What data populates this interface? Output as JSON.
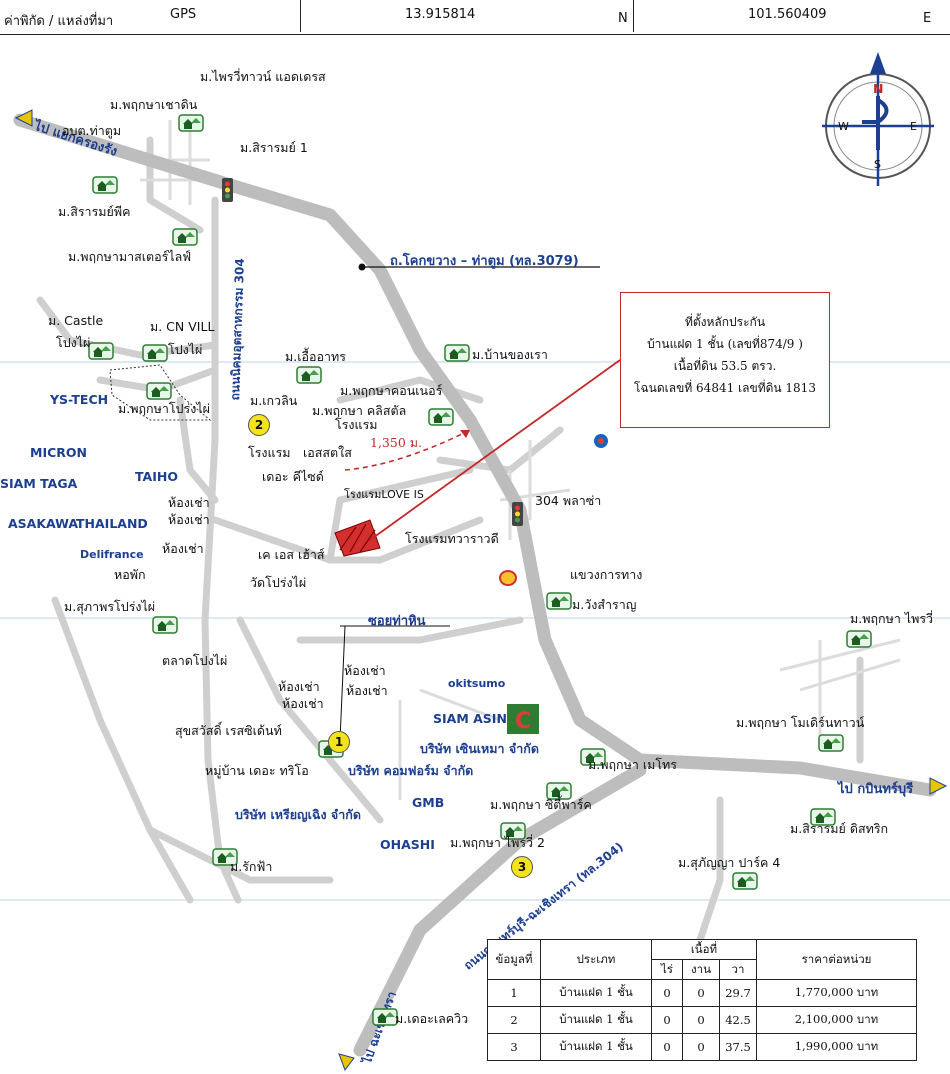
{
  "header": {
    "label": "ค่าพิกัด / แหล่งที่มา",
    "source": "GPS",
    "lat": "13.915814",
    "lat_unit": "N",
    "lon": "101.560409",
    "lon_unit": "E"
  },
  "compass": {
    "n": "N",
    "s": "S",
    "e": "E",
    "w": "W"
  },
  "roads": {
    "r3079": "ถ.โคกขวาง – ท่าตูม (ทล.3079)",
    "r304_north": "ถนนนิคมอุตสาหกรรม 304",
    "r304_south": "ถนนกบินทร์บุรี-ฉะเชิงเทรา (ทล.304)",
    "soi": "ซอยท่าหิน",
    "to_krong": "ไป แยกครองรัง",
    "to_kabin": "ไป กบินทร์บุรี",
    "to_chachoeng": "ไป ฉะเชิงเทรา"
  },
  "distance": "1,350 ม.",
  "info_box": [
    "ที่ตั้งหลักประกัน",
    "บ้านแฝด 1 ชั้น (เลขที่874/9 )",
    "เนื้อที่ดิน 53.5 ตรว.",
    "โฉนดเลขที่ 64841 เลขที่ดิน 1813"
  ],
  "places": {
    "p01": "ม.ไพรวี่ทาวน์ แอดเดรส",
    "p02": "ม.พฤกษาเชาดิน",
    "p03": "อบต.ท่าตูม",
    "p04": "ม.สิรารมย์ 1",
    "p05": "ม.สิรารมย์พีค",
    "p06": "ม.พฤกษามาสเตอร์ไลฟ์",
    "p07": "ม. Castle",
    "p08": "โปงไผ่",
    "p09": "ม. CN VILL",
    "p10": "โปงไผ่",
    "p11": "ม.เอื้ออาทร",
    "p12": "ม.บ้านของเรา",
    "p13": "ม.พฤกษาคอนเนอร์",
    "p14": "ม.พฤกษา คลิสตัล",
    "p15": "โรงแรม",
    "p16": "ม.เกวลิน",
    "p17": "โรงแรม",
    "p18": "เอสสตใส",
    "p19": "เดอะ คีไซด์",
    "p20": "ม.พฤกษาโปร่งไผ่",
    "p21": "TAIHO",
    "p22": "ห้องเช่า",
    "p23": "ห้องเช่า",
    "p24": "ห้องเช่า",
    "p25": "หอพัก",
    "p26": "ม.สุภาพรโปร่งไผ่",
    "p27": "เค เอส เฮ้าส์",
    "p28": "วัดโปร่งไผ่",
    "p29": "โรงแรมLOVE IS",
    "p30": "โรงแรมทวาราวดี",
    "p31": "304 พลาซ่า",
    "p32": "แขวงการทาง",
    "p33": "ม.วังสำราญ",
    "p34": "ตลาดโปงไผ่",
    "p35": "ห้องเช่า",
    "p36": "ห้องเช่า",
    "p37": "ห้องเช่า",
    "p38": "ห้องเช่า",
    "p39": "okitsumo",
    "p40": "SIAM ASIN",
    "p41": "สุขสวัสดิ์ เรสซิเด้นท์",
    "p42": "บริษัท เซินเหมา จำกัด",
    "p43": "หมู่บ้าน เดอะ ทริโอ",
    "p44": "บริษัท คอมฟอร์ม จำกัด",
    "p45": "GMB",
    "p46": "บริษัท เหรียญเฉิง จำกัด",
    "p47": "OHASHI",
    "p48": "ม.พฤกษา เมโทร",
    "p49": "ม.พฤกษา ซิตี้พาร์ค",
    "p50": "ม.พฤกษา ไพรวี่ 2",
    "p51": "ม.รักฟ้า",
    "p52": "ม.สิรารมย์ ดิสทริก",
    "p53": "ม.สุภัญญา ปาร์ค 4",
    "p54": "ม.พฤกษา ไพรวี่",
    "p55": "ม.พฤกษา โมเดิร์นทาวน์",
    "p56": "ม.เดอะเลควิว",
    "p57": "YS-TECH",
    "p58": "MICRON",
    "p59": "SIAM TAGA",
    "p60": "ASAKAWA",
    "p61": "THAILAND",
    "p62": "Delifrance"
  },
  "markers": [
    "1",
    "2",
    "3"
  ],
  "table": {
    "h_info": "ข้อมูลที่",
    "h_type": "ประเภท",
    "h_area": "เนื้อที่",
    "h_rai": "ไร่",
    "h_ngan": "งาน",
    "h_wa": "วา",
    "h_price": "ราคาต่อหน่วย",
    "rows": [
      {
        "no": "1",
        "type": "บ้านแฝด 1 ชั้น",
        "rai": "0",
        "ngan": "0",
        "wa": "29.7",
        "price": "1,770,000 บาท"
      },
      {
        "no": "2",
        "type": "บ้านแฝด 1 ชั้น",
        "rai": "0",
        "ngan": "0",
        "wa": "42.5",
        "price": "2,100,000 บาท"
      },
      {
        "no": "3",
        "type": "บ้านแฝด 1 ชั้น",
        "rai": "0",
        "ngan": "0",
        "wa": "37.5",
        "price": "1,990,000 บาท"
      }
    ]
  },
  "colors": {
    "road": "#c4c4c4",
    "road_main": "#bdbdbd",
    "accent_red": "#c62828",
    "label_blue": "#1d3f91",
    "village_green": "#2e7d32"
  }
}
